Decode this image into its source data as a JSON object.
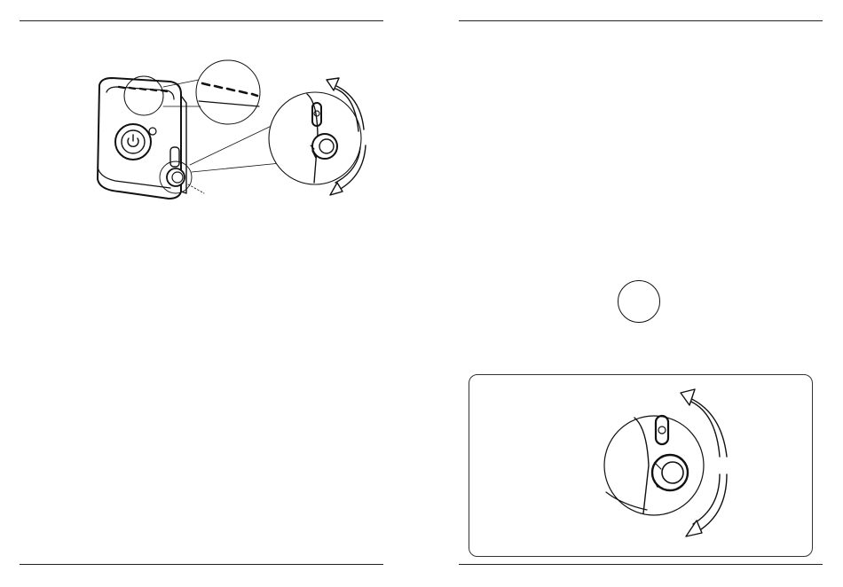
{
  "spread": {
    "left_page": {
      "figure": {
        "subject": "heater-unit-illustration",
        "parts": [
          "vent-slots",
          "power-button",
          "control-knob",
          "rotation-arrows"
        ]
      }
    },
    "right_page": {
      "power_symbol": {
        "shape": "circle",
        "state": "empty"
      },
      "figure": {
        "subject": "control-knob-closeup",
        "parts": [
          "indicator-slot",
          "control-knob",
          "rotation-arrows"
        ]
      }
    }
  },
  "colors": {
    "line": "#111111",
    "frame": "#333333",
    "paper": "#ffffff"
  }
}
